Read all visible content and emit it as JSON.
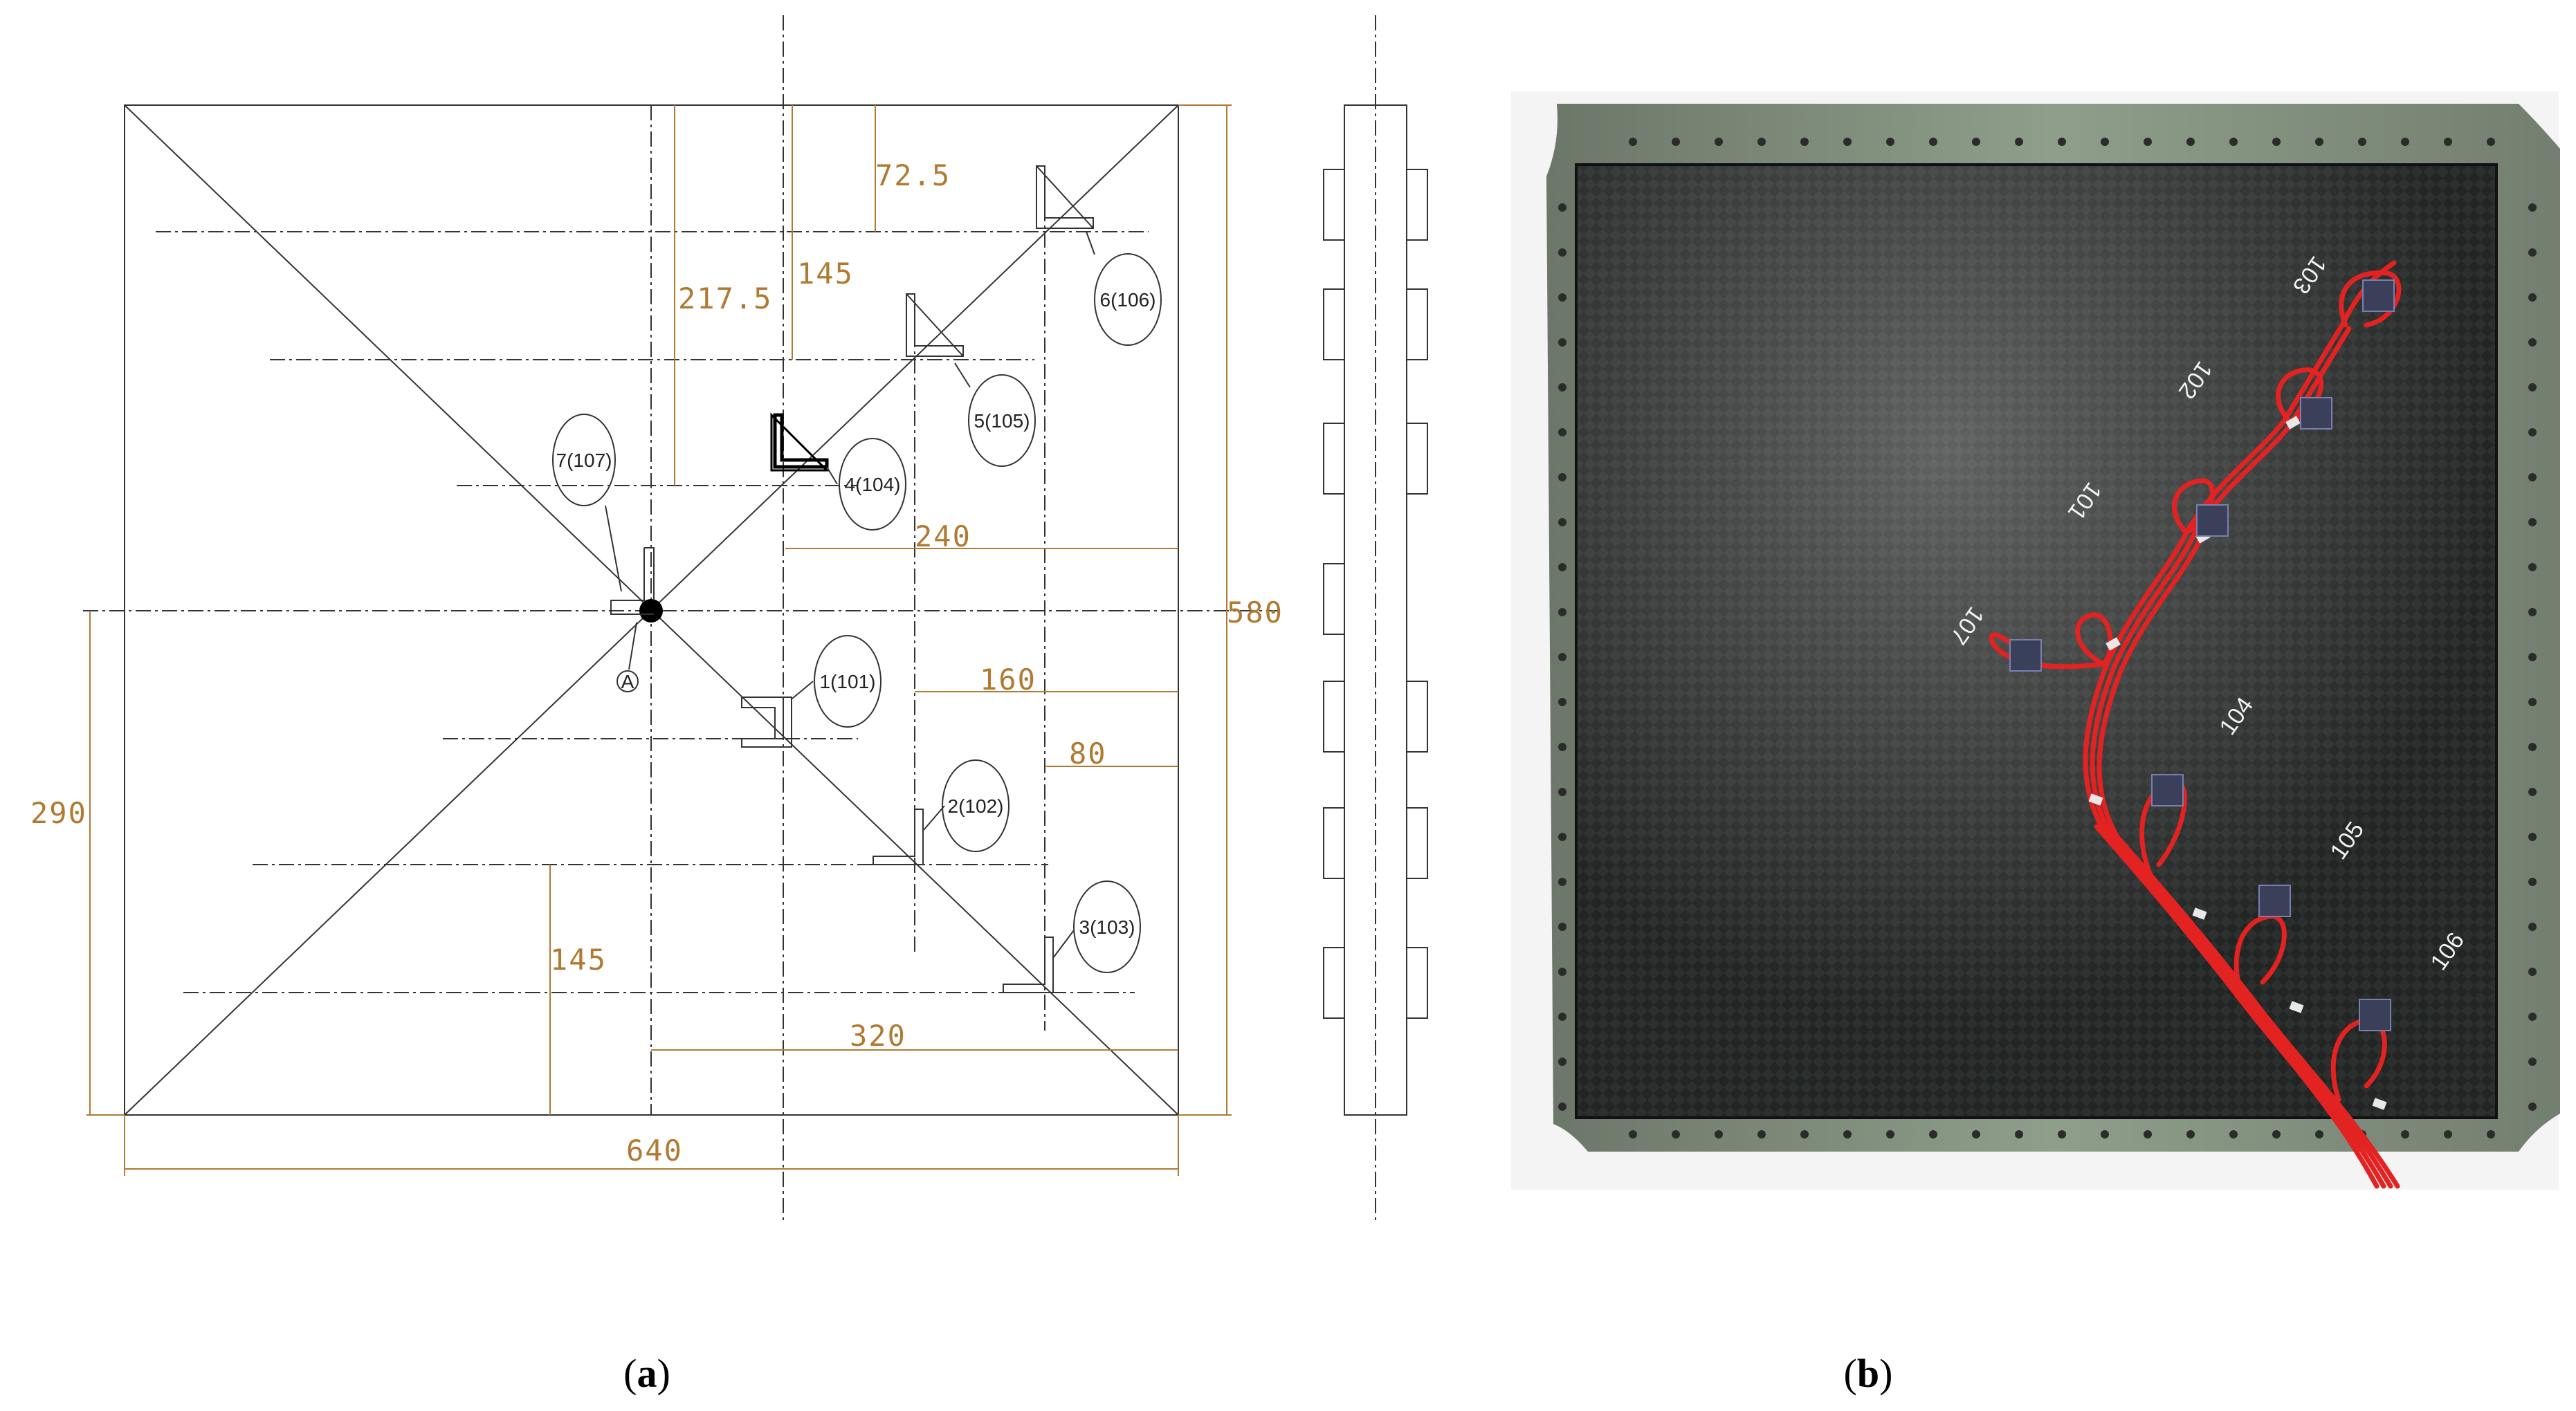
{
  "drawing": {
    "dims": {
      "d_72_5": "72.5",
      "d_217_5": "217.5",
      "d_145_top": "145",
      "d_240": "240",
      "d_580": "580",
      "d_160": "160",
      "d_80": "80",
      "d_290": "290",
      "d_145_bottom": "145",
      "d_320": "320",
      "d_640": "640"
    },
    "sensors": [
      {
        "id": "s1",
        "label": "1(101)"
      },
      {
        "id": "s2",
        "label": "2(102)"
      },
      {
        "id": "s3",
        "label": "3(103)"
      },
      {
        "id": "s4",
        "label": "4(104)"
      },
      {
        "id": "s5",
        "label": "5(105)"
      },
      {
        "id": "s6",
        "label": "6(106)"
      },
      {
        "id": "s7",
        "label": "7(107)"
      }
    ],
    "point_label": "A"
  },
  "photo": {
    "labels": [
      "103",
      "102",
      "101",
      "107",
      "104",
      "105",
      "106"
    ]
  },
  "captions": {
    "a": {
      "open": "(",
      "letter": "a",
      "close": ")"
    },
    "b": {
      "open": "(",
      "letter": "b",
      "close": ")"
    }
  },
  "colors": {
    "dimension": "#b07a33",
    "wire": "#e32222",
    "panel": "#1e2120",
    "frame": "#8f9e8b"
  }
}
